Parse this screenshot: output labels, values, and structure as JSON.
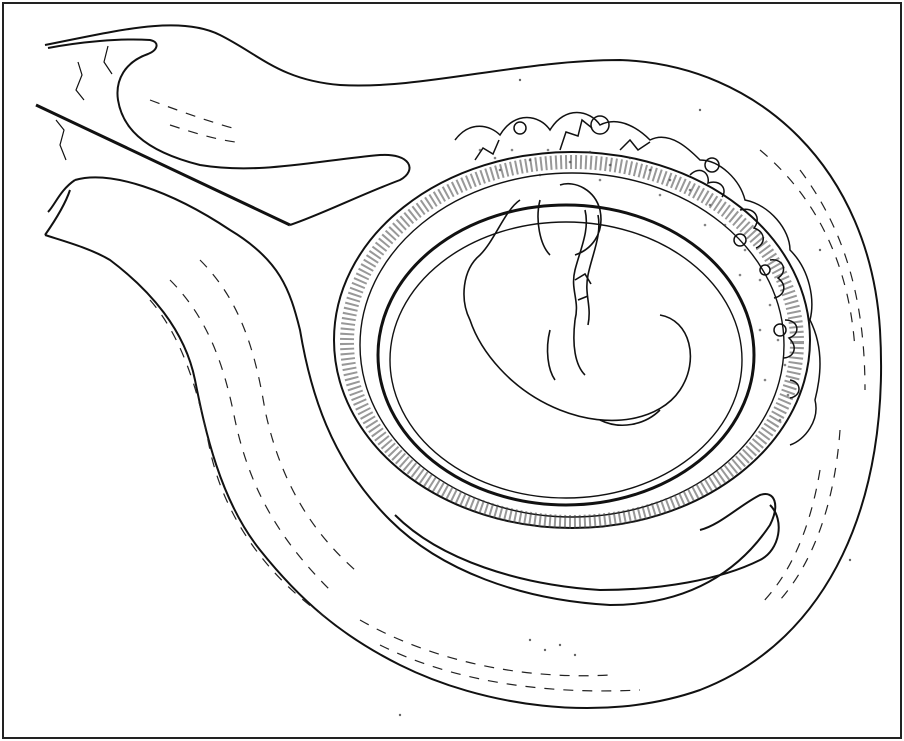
{
  "figure": {
    "style": "black ink line drawing on white",
    "stroke_color": "#111111",
    "stipple_color": "#333333",
    "background_color": "#ffffff"
  },
  "icons": {
    "uterus": "uterus-outline",
    "oviduct": "oviduct-tube",
    "decidua": "stippled-decidua-layer",
    "placenta": "villous-placenta",
    "amniotic_sac": "amnion-ring",
    "embryo": "embryo-outline",
    "umbilical_cord": "umbilical-cord"
  }
}
